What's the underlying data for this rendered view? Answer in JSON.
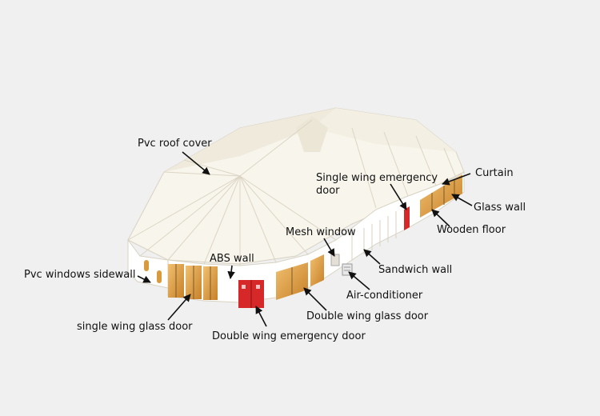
{
  "labels": {
    "pvc_roof_cover": "Pvc roof cover",
    "single_wing_emergency_door_line1": "Single wing emergency",
    "single_wing_emergency_door_line2": "door",
    "curtain": "Curtain",
    "glass_wall": "Glass wall",
    "wooden_floor": "Wooden floor",
    "mesh_window": "Mesh window",
    "sandwich_wall": "Sandwich wall",
    "abs_wall": "ABS wall",
    "pvc_windows_sidewall": "Pvc windows sidewall",
    "air_conditioner": "Air-conditioner",
    "double_wing_glass_door": "Double wing glass door",
    "single_wing_glass_door": "single wing glass door",
    "double_wing_emergency_door": "Double wing emergency door"
  },
  "colors": {
    "background": "#f0f0f0",
    "roof": "#f8f5ec",
    "roof_shade": "#e9e4d6",
    "wall": "#ffffff",
    "wood": "#d99a3c",
    "door_red": "#d62828",
    "arrow": "#111111"
  }
}
